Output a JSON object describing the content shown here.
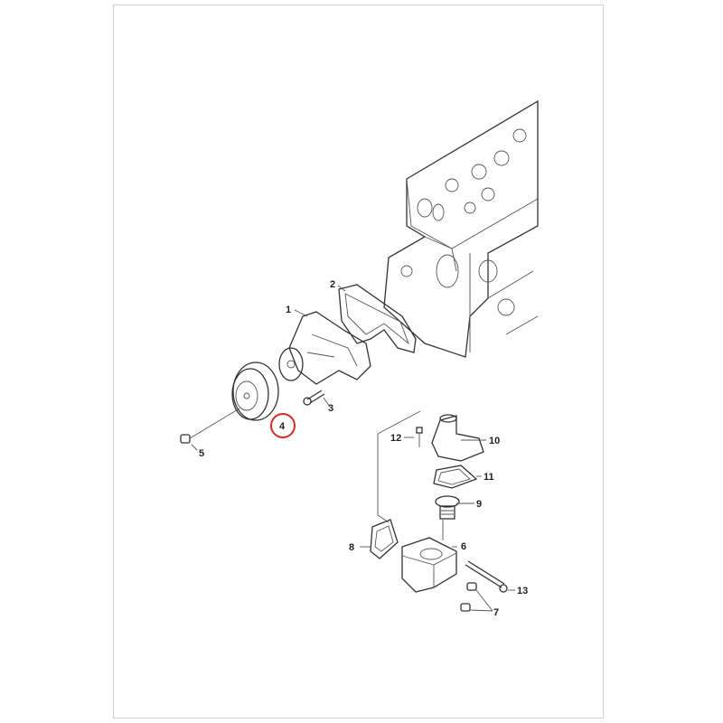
{
  "diagram": {
    "title": "Water pump and thermostat housing exploded view",
    "highlight_color": "#d42a2a",
    "highlighted_part": "4",
    "callouts": {
      "p1": "1",
      "p2": "2",
      "p3": "3",
      "p4": "4",
      "p5": "5",
      "p6": "6",
      "p7": "7",
      "p8": "8",
      "p9": "9",
      "p10": "10",
      "p11": "11",
      "p12": "12",
      "p13": "13"
    }
  }
}
